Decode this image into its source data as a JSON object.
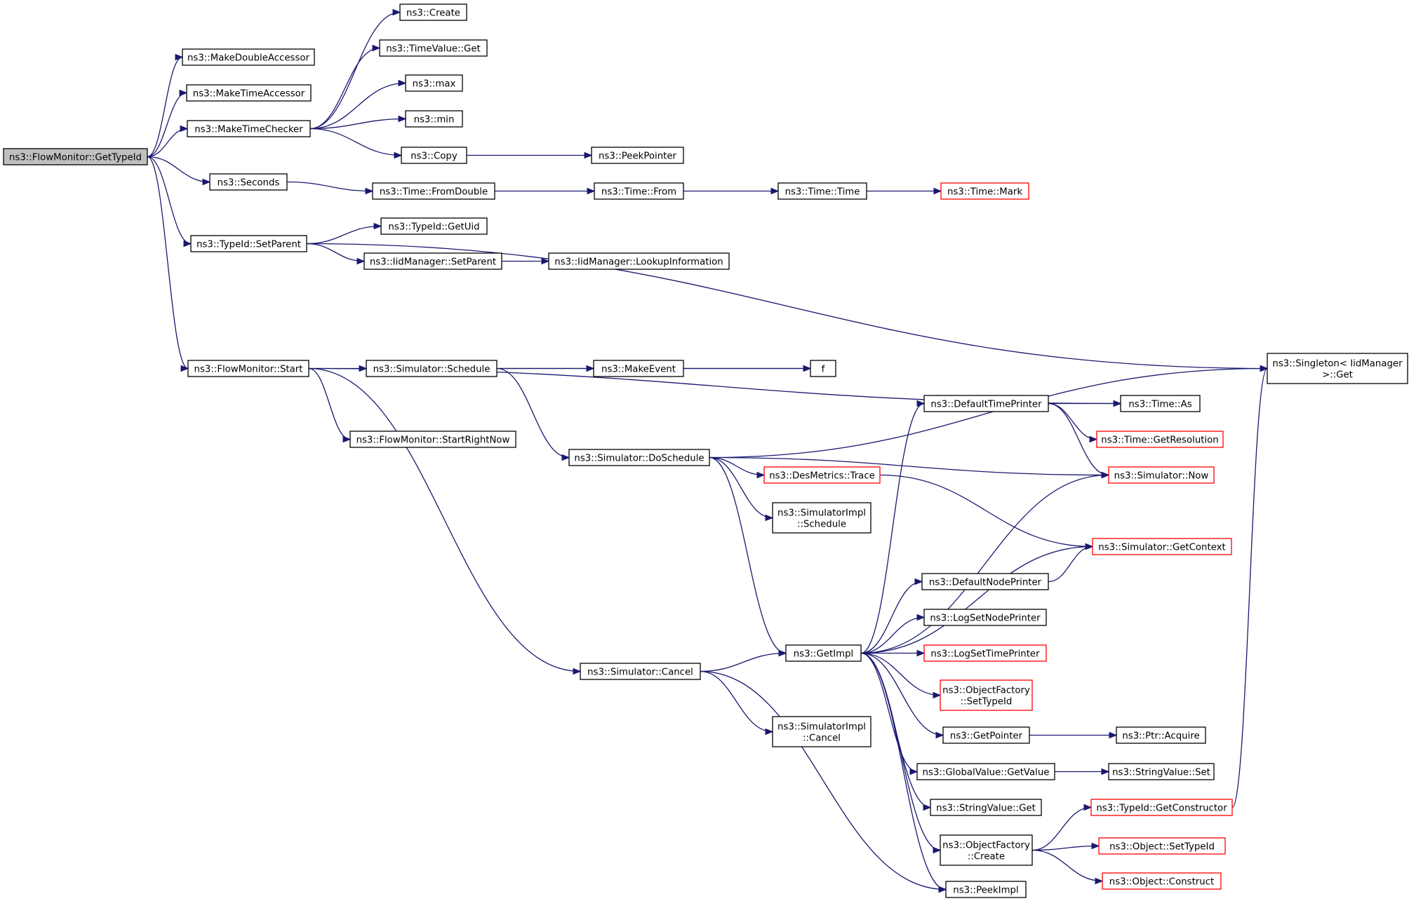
{
  "colors": {
    "edge": "#191970",
    "node_border": "#000000",
    "truncated_border": "#ff0000",
    "root_fill": "#bfbfbf",
    "node_fill": "#ffffff"
  },
  "nodes": [
    {
      "id": "getTypeId",
      "lines": [
        "ns3::FlowMonitor::GetTypeId"
      ],
      "style": "root"
    },
    {
      "id": "makeDoubleAccessor",
      "lines": [
        "ns3::MakeDoubleAccessor"
      ]
    },
    {
      "id": "makeTimeAccessor",
      "lines": [
        "ns3::MakeTimeAccessor"
      ]
    },
    {
      "id": "makeTimeChecker",
      "lines": [
        "ns3::MakeTimeChecker"
      ]
    },
    {
      "id": "seconds",
      "lines": [
        "ns3::Seconds"
      ]
    },
    {
      "id": "setParent",
      "lines": [
        "ns3::TypeId::SetParent"
      ]
    },
    {
      "id": "fmStart",
      "lines": [
        "ns3::FlowMonitor::Start"
      ]
    },
    {
      "id": "create",
      "lines": [
        "ns3::Create"
      ]
    },
    {
      "id": "timeValueGet",
      "lines": [
        "ns3::TimeValue::Get"
      ]
    },
    {
      "id": "max",
      "lines": [
        "ns3::max"
      ]
    },
    {
      "id": "min",
      "lines": [
        "ns3::min"
      ]
    },
    {
      "id": "copy",
      "lines": [
        "ns3::Copy"
      ]
    },
    {
      "id": "peekPointer",
      "lines": [
        "ns3::PeekPointer"
      ]
    },
    {
      "id": "fromDouble",
      "lines": [
        "ns3::Time::FromDouble"
      ]
    },
    {
      "id": "timeFrom",
      "lines": [
        "ns3::Time::From"
      ]
    },
    {
      "id": "timeTime",
      "lines": [
        "ns3::Time::Time"
      ]
    },
    {
      "id": "timeMark",
      "lines": [
        "ns3::Time::Mark"
      ],
      "style": "truncated"
    },
    {
      "id": "getUid",
      "lines": [
        "ns3::TypeId::GetUid"
      ]
    },
    {
      "id": "iidSetParent",
      "lines": [
        "ns3::IidManager::SetParent"
      ]
    },
    {
      "id": "lookupInfo",
      "lines": [
        "ns3::IidManager::LookupInformation"
      ]
    },
    {
      "id": "singletonGet",
      "lines": [
        "ns3::Singleton< IidManager",
        ">::Get"
      ]
    },
    {
      "id": "schedule",
      "lines": [
        "ns3::Simulator::Schedule"
      ]
    },
    {
      "id": "makeEvent",
      "lines": [
        "ns3::MakeEvent"
      ]
    },
    {
      "id": "f",
      "lines": [
        "f"
      ]
    },
    {
      "id": "startRightNow",
      "lines": [
        "ns3::FlowMonitor::StartRightNow"
      ]
    },
    {
      "id": "cancel",
      "lines": [
        "ns3::Simulator::Cancel"
      ]
    },
    {
      "id": "doSchedule",
      "lines": [
        "ns3::Simulator::DoSchedule"
      ]
    },
    {
      "id": "timeAs",
      "lines": [
        "ns3::Time::As"
      ]
    },
    {
      "id": "defaultTimePrinter",
      "lines": [
        "ns3::DefaultTimePrinter"
      ]
    },
    {
      "id": "getResolution",
      "lines": [
        "ns3::Time::GetResolution"
      ],
      "style": "truncated"
    },
    {
      "id": "simNow",
      "lines": [
        "ns3::Simulator::Now"
      ],
      "style": "truncated"
    },
    {
      "id": "desMetricsTrace",
      "lines": [
        "ns3::DesMetrics::Trace"
      ],
      "style": "truncated"
    },
    {
      "id": "simImplSchedule",
      "lines": [
        "ns3::SimulatorImpl",
        "::Schedule"
      ]
    },
    {
      "id": "getContext",
      "lines": [
        "ns3::Simulator::GetContext"
      ],
      "style": "truncated"
    },
    {
      "id": "defaultNodePrinter",
      "lines": [
        "ns3::DefaultNodePrinter"
      ]
    },
    {
      "id": "logSetNodePrinter",
      "lines": [
        "ns3::LogSetNodePrinter"
      ]
    },
    {
      "id": "getImpl",
      "lines": [
        "ns3::GetImpl"
      ]
    },
    {
      "id": "logSetTimePrinter",
      "lines": [
        "ns3::LogSetTimePrinter"
      ],
      "style": "truncated"
    },
    {
      "id": "ofSetTypeId",
      "lines": [
        "ns3::ObjectFactory",
        "::SetTypeId"
      ],
      "style": "truncated"
    },
    {
      "id": "getPointer",
      "lines": [
        "ns3::GetPointer"
      ]
    },
    {
      "id": "ptrAcquire",
      "lines": [
        "ns3::Ptr::Acquire"
      ]
    },
    {
      "id": "gvGetValue",
      "lines": [
        "ns3::GlobalValue::GetValue"
      ]
    },
    {
      "id": "stringValueSet",
      "lines": [
        "ns3::StringValue::Set"
      ]
    },
    {
      "id": "stringValueGet",
      "lines": [
        "ns3::StringValue::Get"
      ]
    },
    {
      "id": "getConstructor",
      "lines": [
        "ns3::TypeId::GetConstructor"
      ],
      "style": "truncated"
    },
    {
      "id": "ofCreate",
      "lines": [
        "ns3::ObjectFactory",
        "::Create"
      ]
    },
    {
      "id": "objSetTypeId",
      "lines": [
        "ns3::Object::SetTypeId"
      ],
      "style": "truncated"
    },
    {
      "id": "objConstruct",
      "lines": [
        "ns3::Object::Construct"
      ],
      "style": "truncated"
    },
    {
      "id": "peekImpl",
      "lines": [
        "ns3::PeekImpl"
      ]
    },
    {
      "id": "simImplCancel",
      "lines": [
        "ns3::SimulatorImpl",
        "::Cancel"
      ]
    }
  ],
  "edges": [
    [
      "getTypeId",
      "makeDoubleAccessor"
    ],
    [
      "getTypeId",
      "makeTimeAccessor"
    ],
    [
      "getTypeId",
      "makeTimeChecker"
    ],
    [
      "getTypeId",
      "seconds"
    ],
    [
      "getTypeId",
      "setParent"
    ],
    [
      "getTypeId",
      "fmStart"
    ],
    [
      "makeTimeChecker",
      "create"
    ],
    [
      "makeTimeChecker",
      "timeValueGet"
    ],
    [
      "makeTimeChecker",
      "max"
    ],
    [
      "makeTimeChecker",
      "min"
    ],
    [
      "makeTimeChecker",
      "copy"
    ],
    [
      "copy",
      "peekPointer"
    ],
    [
      "seconds",
      "fromDouble"
    ],
    [
      "fromDouble",
      "timeFrom"
    ],
    [
      "timeFrom",
      "timeTime"
    ],
    [
      "timeTime",
      "timeMark"
    ],
    [
      "setParent",
      "getUid"
    ],
    [
      "setParent",
      "iidSetParent"
    ],
    [
      "setParent",
      "singletonGet"
    ],
    [
      "iidSetParent",
      "lookupInfo"
    ],
    [
      "fmStart",
      "timeAs"
    ],
    [
      "fmStart",
      "schedule"
    ],
    [
      "fmStart",
      "startRightNow"
    ],
    [
      "fmStart",
      "cancel"
    ],
    [
      "schedule",
      "makeEvent"
    ],
    [
      "schedule",
      "f"
    ],
    [
      "schedule",
      "doSchedule"
    ],
    [
      "makeEvent",
      "f"
    ],
    [
      "doSchedule",
      "singletonGet"
    ],
    [
      "doSchedule",
      "simNow"
    ],
    [
      "doSchedule",
      "desMetricsTrace"
    ],
    [
      "doSchedule",
      "simImplSchedule"
    ],
    [
      "doSchedule",
      "getImpl"
    ],
    [
      "defaultTimePrinter",
      "timeAs"
    ],
    [
      "defaultTimePrinter",
      "getResolution"
    ],
    [
      "defaultTimePrinter",
      "simNow"
    ],
    [
      "desMetricsTrace",
      "getContext"
    ],
    [
      "defaultNodePrinter",
      "getContext"
    ],
    [
      "getImpl",
      "defaultTimePrinter"
    ],
    [
      "getImpl",
      "simNow"
    ],
    [
      "getImpl",
      "getContext"
    ],
    [
      "getImpl",
      "defaultNodePrinter"
    ],
    [
      "getImpl",
      "logSetNodePrinter"
    ],
    [
      "getImpl",
      "logSetTimePrinter"
    ],
    [
      "getImpl",
      "ofSetTypeId"
    ],
    [
      "getImpl",
      "getPointer"
    ],
    [
      "getImpl",
      "gvGetValue"
    ],
    [
      "getImpl",
      "stringValueGet"
    ],
    [
      "getImpl",
      "ofCreate"
    ],
    [
      "getImpl",
      "peekImpl"
    ],
    [
      "getPointer",
      "ptrAcquire"
    ],
    [
      "gvGetValue",
      "stringValueSet"
    ],
    [
      "ofCreate",
      "getConstructor"
    ],
    [
      "ofCreate",
      "objSetTypeId"
    ],
    [
      "ofCreate",
      "objConstruct"
    ],
    [
      "getConstructor",
      "singletonGet"
    ],
    [
      "cancel",
      "getImpl"
    ],
    [
      "cancel",
      "simImplCancel"
    ],
    [
      "cancel",
      "peekImpl"
    ]
  ]
}
